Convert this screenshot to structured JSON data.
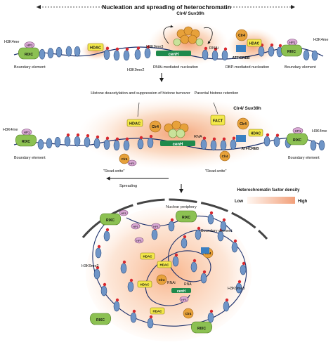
{
  "title": "Nucleation and spreading of heterochromatin",
  "panel1": {
    "h3k4me_left": "H3K4me",
    "h3k4me_right": "H3K4me",
    "hp1_left": "HP1",
    "hp1_right": "HP1",
    "rixc_left": "RIXC",
    "rixc_right": "RIXC",
    "boundary_left": "Boundary element",
    "boundary_right": "Boundary element",
    "hdac": "HDAC",
    "h3k9me3": "H3K9me3",
    "h3k9me2": "H3K9me2",
    "clr4_suv39h": "Clr4/ Suv39h",
    "rnai": "RNAi",
    "cenH": "cenH",
    "rnai_nucleation": "RNAi-mediated nucleation",
    "dbp_nucleation": "DBP-mediated nucleation",
    "atf_creb": "ATF/CREB",
    "hdac_right": "HDAC",
    "clr4": "Clr4"
  },
  "panel2": {
    "histone_deacetylation": "Histone deacetylation and suppression of histone turnover",
    "parental_retention": "Parental histone retention",
    "clr4_suv39h": "Clr4/ Suv39h",
    "hdac": "HDAC",
    "clr4": "Clr4",
    "rna": "RNA",
    "cenH": "cenH",
    "fact": "FACT",
    "atf_creb": "ATF/CREB",
    "h3k4me_left": "H3K4me",
    "h3k4me_right": "H3K4me",
    "rixc_left": "RIXC",
    "rixc_right": "RIXC",
    "boundary_left": "Boundary element",
    "boundary_right": "Boundary element",
    "read_write_left": "\"Read-write\"",
    "read_write_right": "\"Read-write\"",
    "spreading": "Spreading",
    "hp1": "HP1"
  },
  "legend": {
    "title": "Heterochromatin factor density",
    "low": "Low",
    "high": "High"
  },
  "panel3": {
    "nuclear_periphery": "Nuclear periphery",
    "boundary_element": "Boundary element",
    "h3k9me2": "H3K9me2",
    "h3k9me3": "H3K9me3",
    "rixc_top": "RIXC",
    "rixc_topright": "RIXC",
    "rixc_left": "RIXC",
    "rixc_bottom": "RIXC",
    "hp1": "HP1",
    "hdac": "HDAC",
    "clr4": "Clr4",
    "rnai": "RNAi",
    "rna": "RNA",
    "cenH": "cenH"
  },
  "colors": {
    "nucleosome": "#6f95c7",
    "dna": "#1b2f6b",
    "hp1": "#d9a8d4",
    "rixc": "#8cc152",
    "hdac": "#f3e84a",
    "clr4": "#e7a13a",
    "cenH_bar": "#1f8a4c",
    "methyl": "#d8282e",
    "h3k4me": "#6fb0e0",
    "glow": "#f6b38a",
    "atf_creb": "#3a7fc1"
  }
}
